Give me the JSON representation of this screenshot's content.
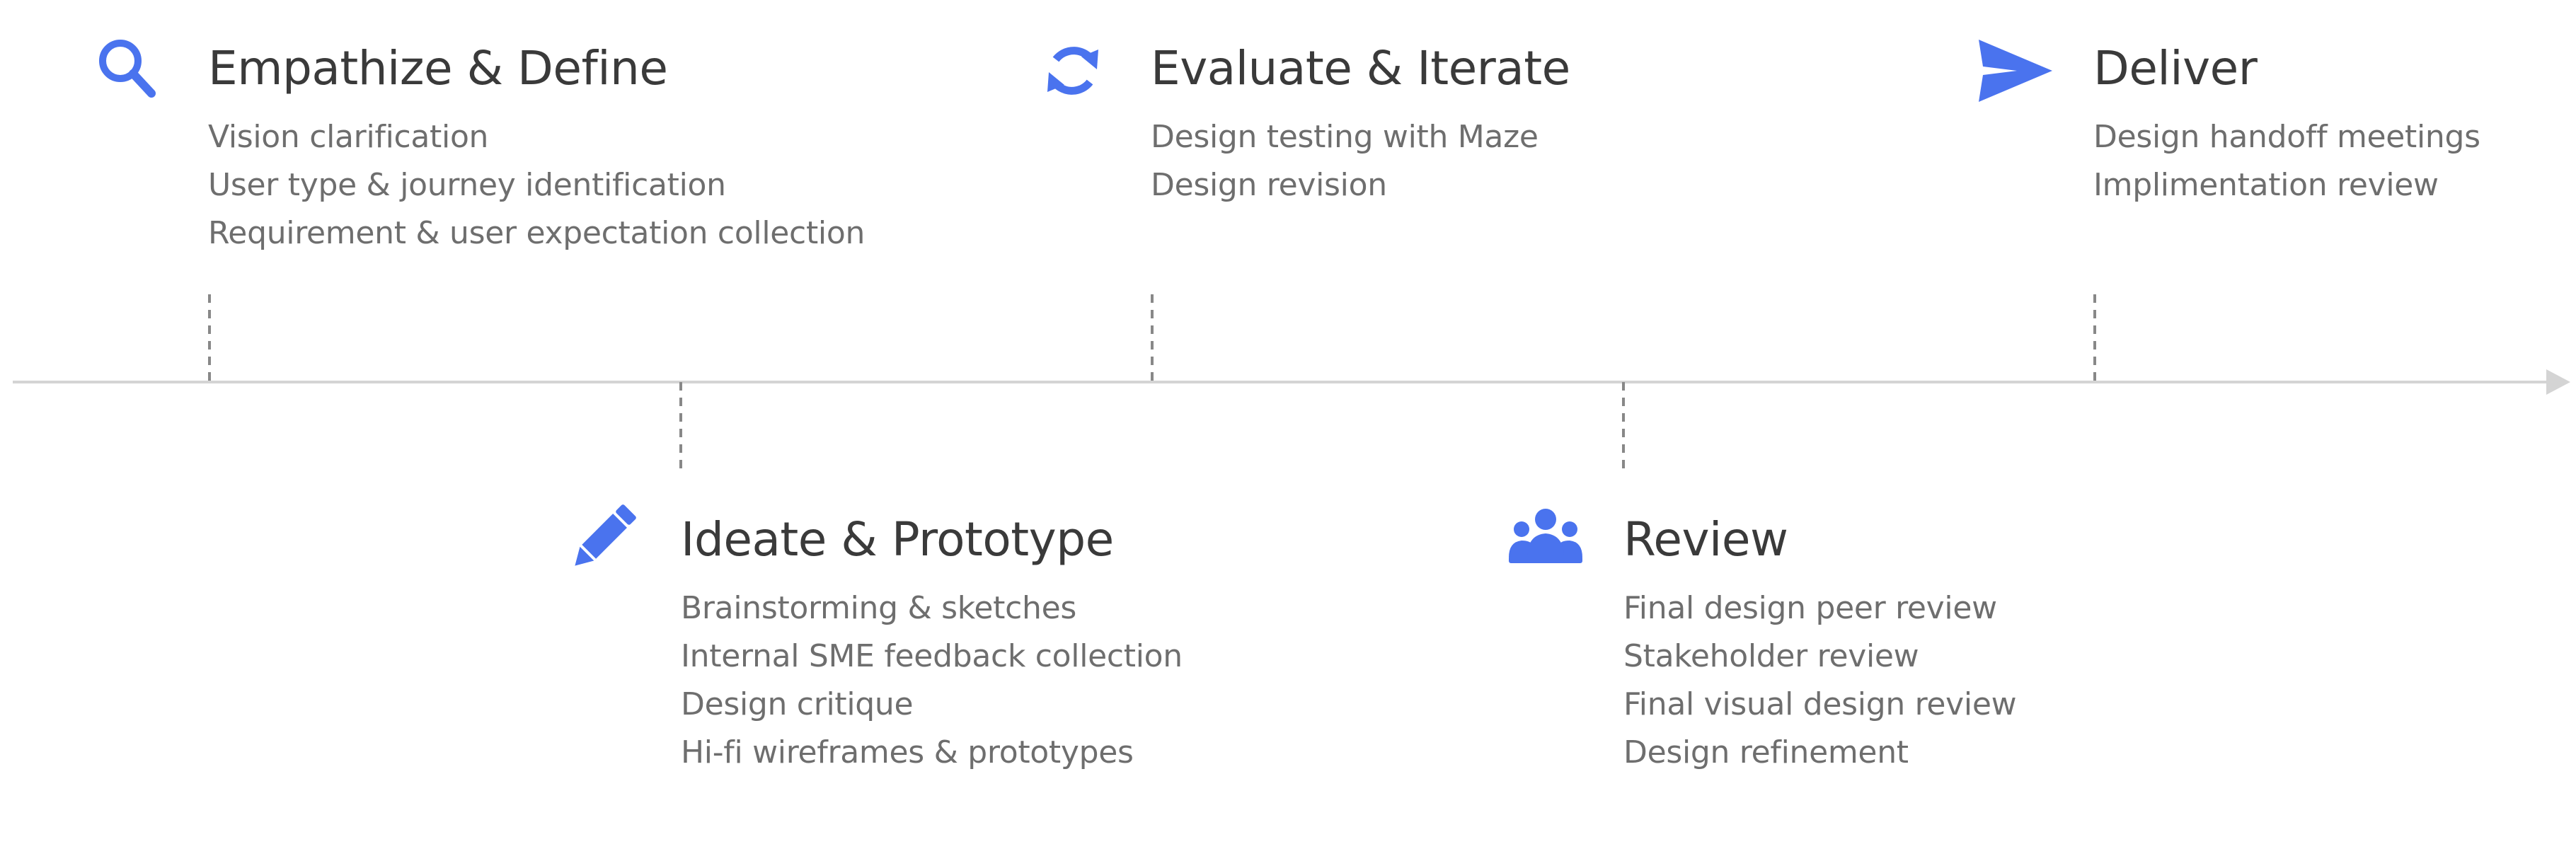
{
  "accent_color": "#4a73ee",
  "axis_color": "#d4d4d4",
  "marker_color": "#888888",
  "stages": [
    {
      "title": "Empathize & Define",
      "icon": "search-icon",
      "items": [
        "Vision clarification",
        "User type & journey identification",
        "Requirement & user expectation collection"
      ]
    },
    {
      "title": "Ideate & Prototype",
      "icon": "pencil-icon",
      "items": [
        "Brainstorming & sketches",
        "Internal SME feedback collection",
        "Design critique",
        "Hi-fi wireframes & prototypes"
      ]
    },
    {
      "title": "Evaluate & Iterate",
      "icon": "refresh-icon",
      "items": [
        "Design testing with Maze",
        "Design revision"
      ]
    },
    {
      "title": "Review",
      "icon": "users-icon",
      "items": [
        "Final design peer review",
        "Stakeholder review",
        "Final visual design review",
        "Design refinement"
      ]
    },
    {
      "title": "Deliver",
      "icon": "send-icon",
      "items": [
        "Design handoff meetings",
        "Implimentation review"
      ]
    }
  ]
}
